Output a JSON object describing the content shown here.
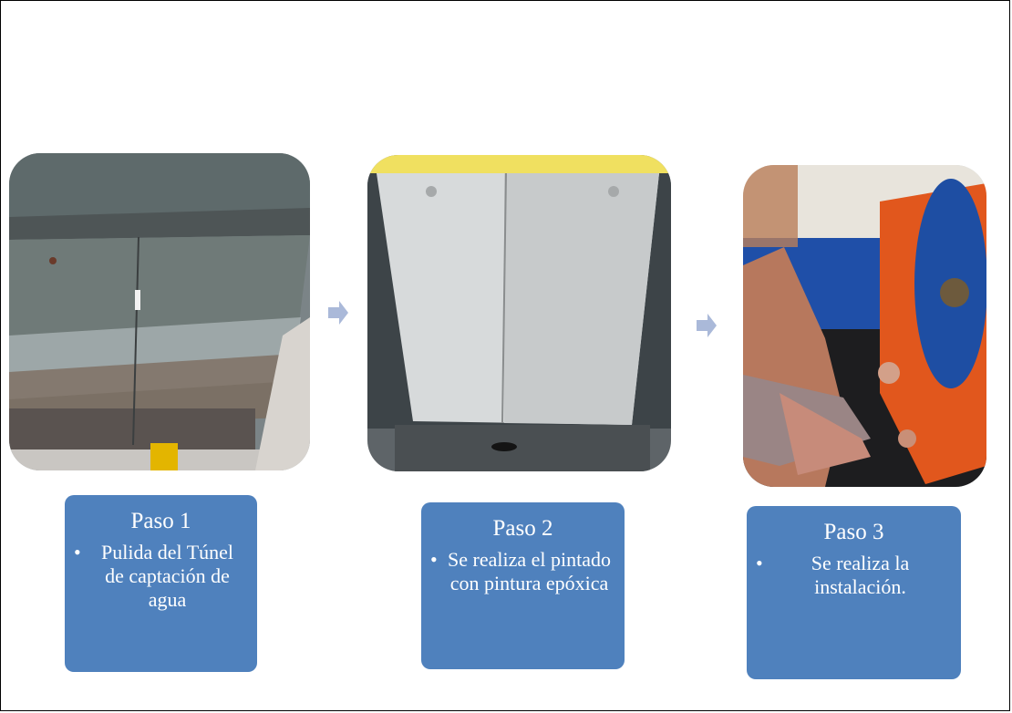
{
  "steps": [
    {
      "title": "Paso 1",
      "bullet": "Pulida del Túnel de captación de agua",
      "image": "metal-tunnel-photo"
    },
    {
      "title": "Paso 2",
      "bullet": "Se realiza el pintado con pintura epóxica",
      "image": "painted-tunnel-photo"
    },
    {
      "title": "Paso 3",
      "bullet": "Se realiza la instalación.",
      "image": "installation-photo"
    }
  ],
  "arrow_icon": "chevron-right-arrow",
  "colors": {
    "step_box": "#4f81bd",
    "arrow": "#aab9d9",
    "step_text": "#ffffff"
  }
}
